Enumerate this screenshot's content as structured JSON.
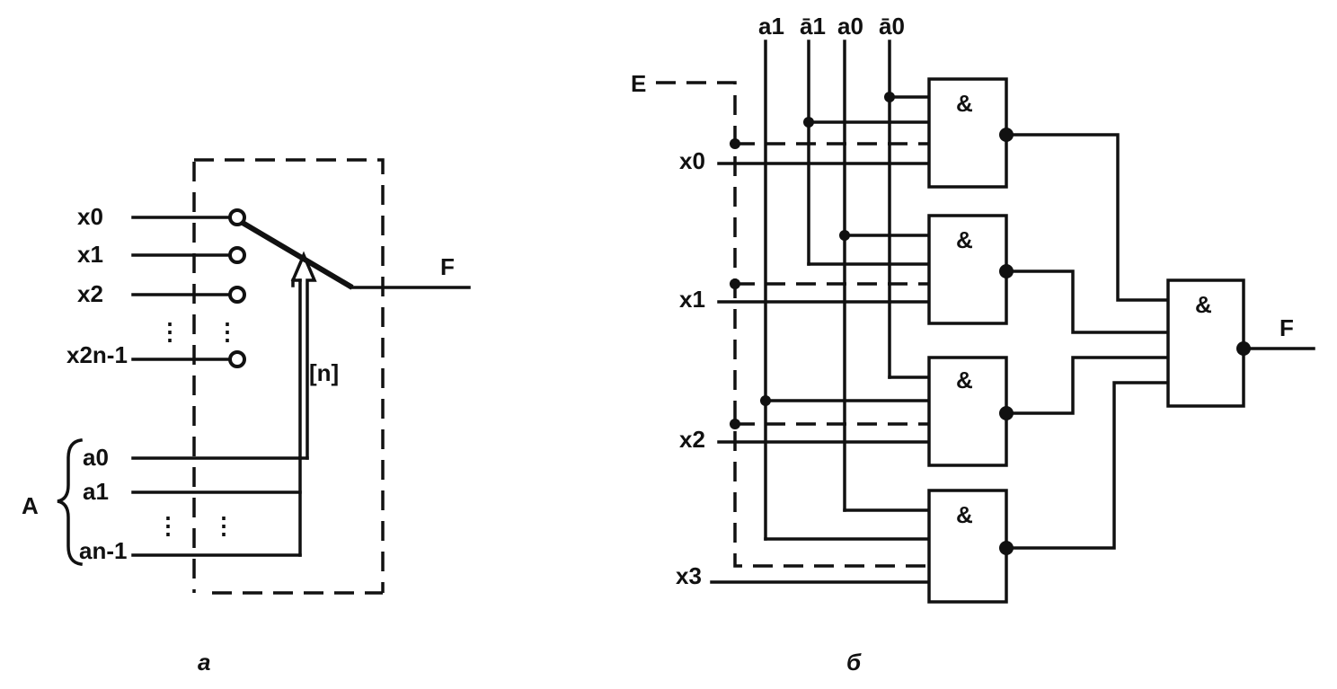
{
  "panel_a": {
    "caption": "a",
    "inputs": [
      "x0",
      "x1",
      "x2",
      "x2n-1"
    ],
    "address": [
      "a0",
      "a1",
      "an-1"
    ],
    "address_bus": "A",
    "bus_width": "[n]",
    "output": "F"
  },
  "panel_b": {
    "caption": "б",
    "enable": "E",
    "selects": [
      "a1",
      "ā1",
      "a0",
      "ā0"
    ],
    "inputs": [
      "x0",
      "x1",
      "x2",
      "x3"
    ],
    "gate_symbol": "&",
    "output": "F"
  }
}
